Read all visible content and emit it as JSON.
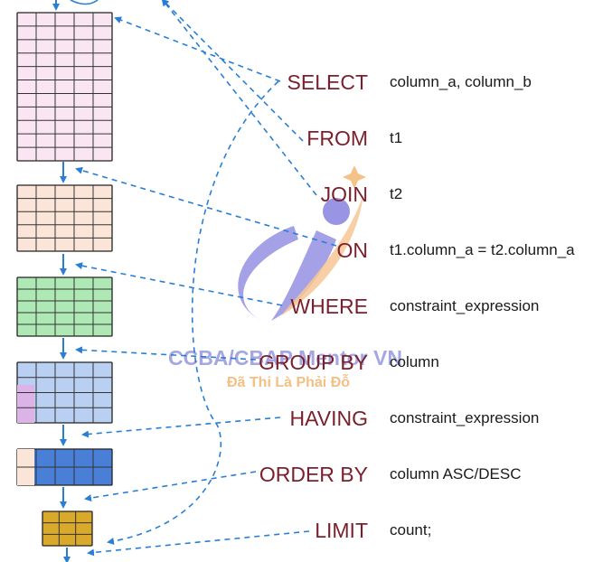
{
  "clauses": [
    {
      "keyword": "SELECT",
      "argument": "column_a, column_b"
    },
    {
      "keyword": "FROM",
      "argument": "t1"
    },
    {
      "keyword": "JOIN",
      "argument": "t2"
    },
    {
      "keyword": "ON",
      "argument": "t1.column_a = t2.column_a"
    },
    {
      "keyword": "WHERE",
      "argument": "constraint_expression"
    },
    {
      "keyword": "GROUP BY",
      "argument": "column"
    },
    {
      "keyword": "HAVING",
      "argument": "constraint_expression"
    },
    {
      "keyword": "ORDER BY",
      "argument": "column ASC/DESC"
    },
    {
      "keyword": "LIMIT",
      "argument": "count;"
    }
  ],
  "watermark": {
    "title": "CCBA/CBAP Mentor VN",
    "subtitle": "Đã Thi Là Phải Đỗ"
  },
  "colors": {
    "keyword": "#7a1f2b",
    "arrow": "#2a7fd4",
    "table_pink": "#fae6f3",
    "table_peach": "#fbe5d8",
    "table_green": "#aee8b4",
    "table_lightblue": "#b9d0f3",
    "table_lavender": "#dcb3e6",
    "table_blue": "#4a7fd8",
    "table_gold": "#d9a92b"
  }
}
